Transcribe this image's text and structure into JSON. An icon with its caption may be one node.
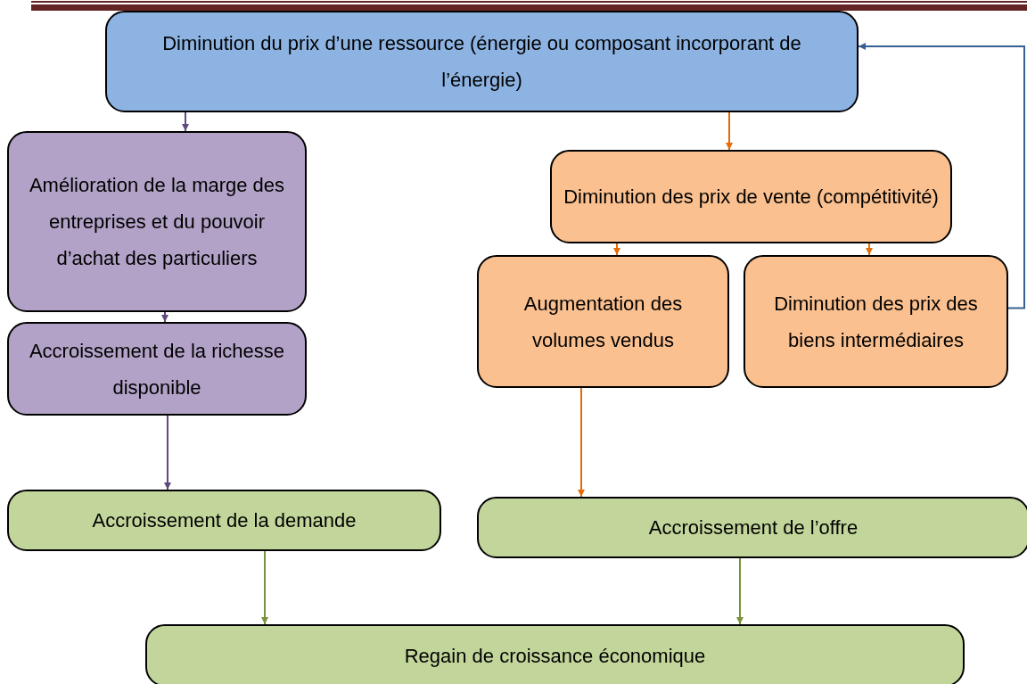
{
  "diagram": {
    "nodes": [
      {
        "text": [
          "Diminution du prix d’une ressource (énergie ou composant incorporant de l’énergie)"
        ]
      },
      {
        "text": [
          "Amélioration de la marge des entreprises et du pouvoir d’achat des particuliers"
        ]
      },
      {
        "text": [
          "Accroissement de la richesse disponible"
        ]
      },
      {
        "text": [
          "Diminution des prix de vente (compétitivité)"
        ]
      },
      {
        "text": [
          "Augmentation des volumes vendus"
        ]
      },
      {
        "text": [
          "Diminution des prix des biens intermédiaires"
        ]
      },
      {
        "text": [
          "Accroissement de la demande"
        ]
      },
      {
        "text": [
          "Accroissement de l’offre"
        ]
      },
      {
        "text": [
          "Regain de croissance économique"
        ]
      }
    ],
    "edges": [
      {
        "from": 0,
        "to": 1,
        "arrow": "to",
        "color": "#604a7b"
      },
      {
        "from": 0,
        "to": 3,
        "arrow": "to",
        "color": "#e36c09"
      },
      {
        "from": 1,
        "to": 2,
        "arrow": "to",
        "color": "#604a7b"
      },
      {
        "from": 3,
        "to": 4,
        "arrow": "to",
        "color": "#e36c09"
      },
      {
        "from": 3,
        "to": 5,
        "arrow": "to",
        "color": "#e36c09"
      },
      {
        "from": 2,
        "to": 6,
        "arrow": "to",
        "color": "#604a7b"
      },
      {
        "from": 4,
        "to": 7,
        "arrow": "to",
        "color": "#e36c09"
      },
      {
        "from": 6,
        "to": 8,
        "arrow": "to",
        "color": "#77933c"
      },
      {
        "from": 7,
        "to": 8,
        "arrow": "to",
        "color": "#77933c"
      },
      {
        "from": 5,
        "to": 0,
        "arrow": "to",
        "color": "#366092"
      }
    ]
  }
}
